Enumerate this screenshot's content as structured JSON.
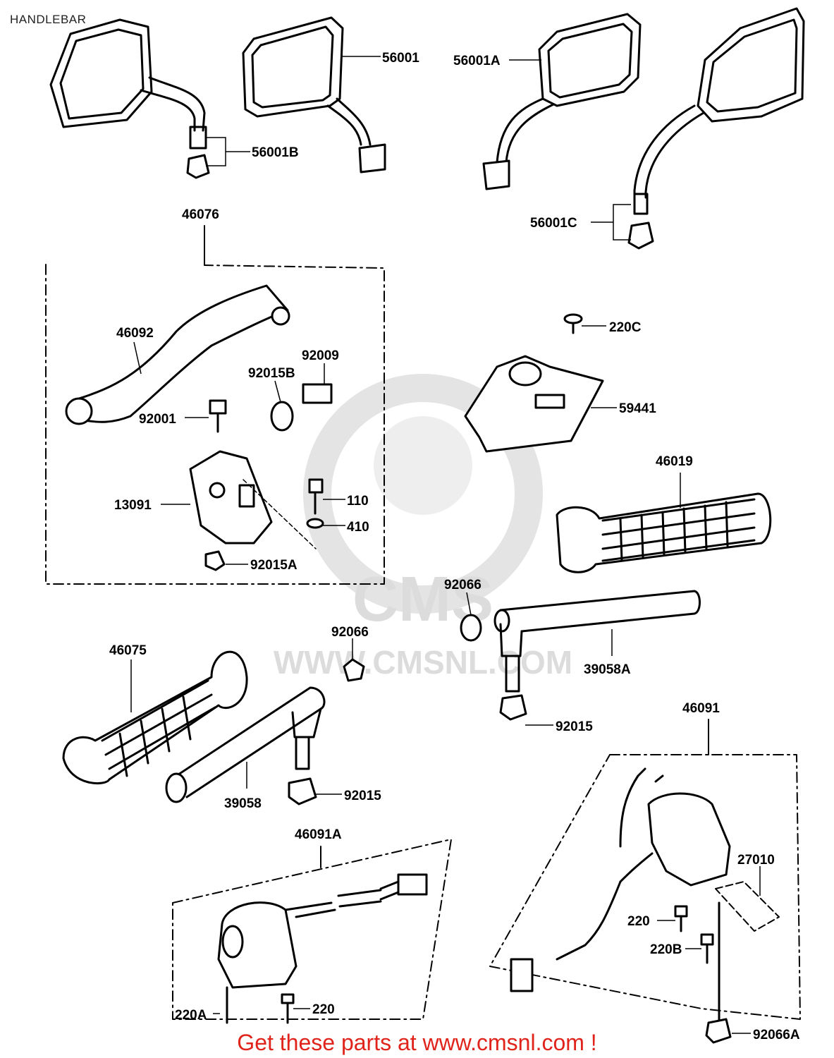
{
  "heading": "HANDLEBAR",
  "footer": "Get these parts at www.cmsnl.com !",
  "watermark": {
    "logo": "CMS",
    "url": "WWW.CMSNL.COM"
  },
  "parts": {
    "p56001": "56001",
    "p56001A": "56001A",
    "p56001B": "56001B",
    "p56001C": "56001C",
    "p46076": "46076",
    "p46092": "46092",
    "p92009": "92009",
    "p92015B": "92015B",
    "p92001": "92001",
    "p13091": "13091",
    "p110": "110",
    "p410": "410",
    "p92015A": "92015A",
    "p220C": "220C",
    "p59441": "59441",
    "p46019": "46019",
    "p92066_right": "92066",
    "p39058A": "39058A",
    "p92015_right": "92015",
    "p46075": "46075",
    "p92066_left": "92066",
    "p39058": "39058",
    "p92015_left": "92015",
    "p46091": "46091",
    "p46091A": "46091A",
    "p27010": "27010",
    "p220_right": "220",
    "p220B": "220B",
    "p92066A": "92066A",
    "p220A": "220A",
    "p220_left": "220"
  }
}
